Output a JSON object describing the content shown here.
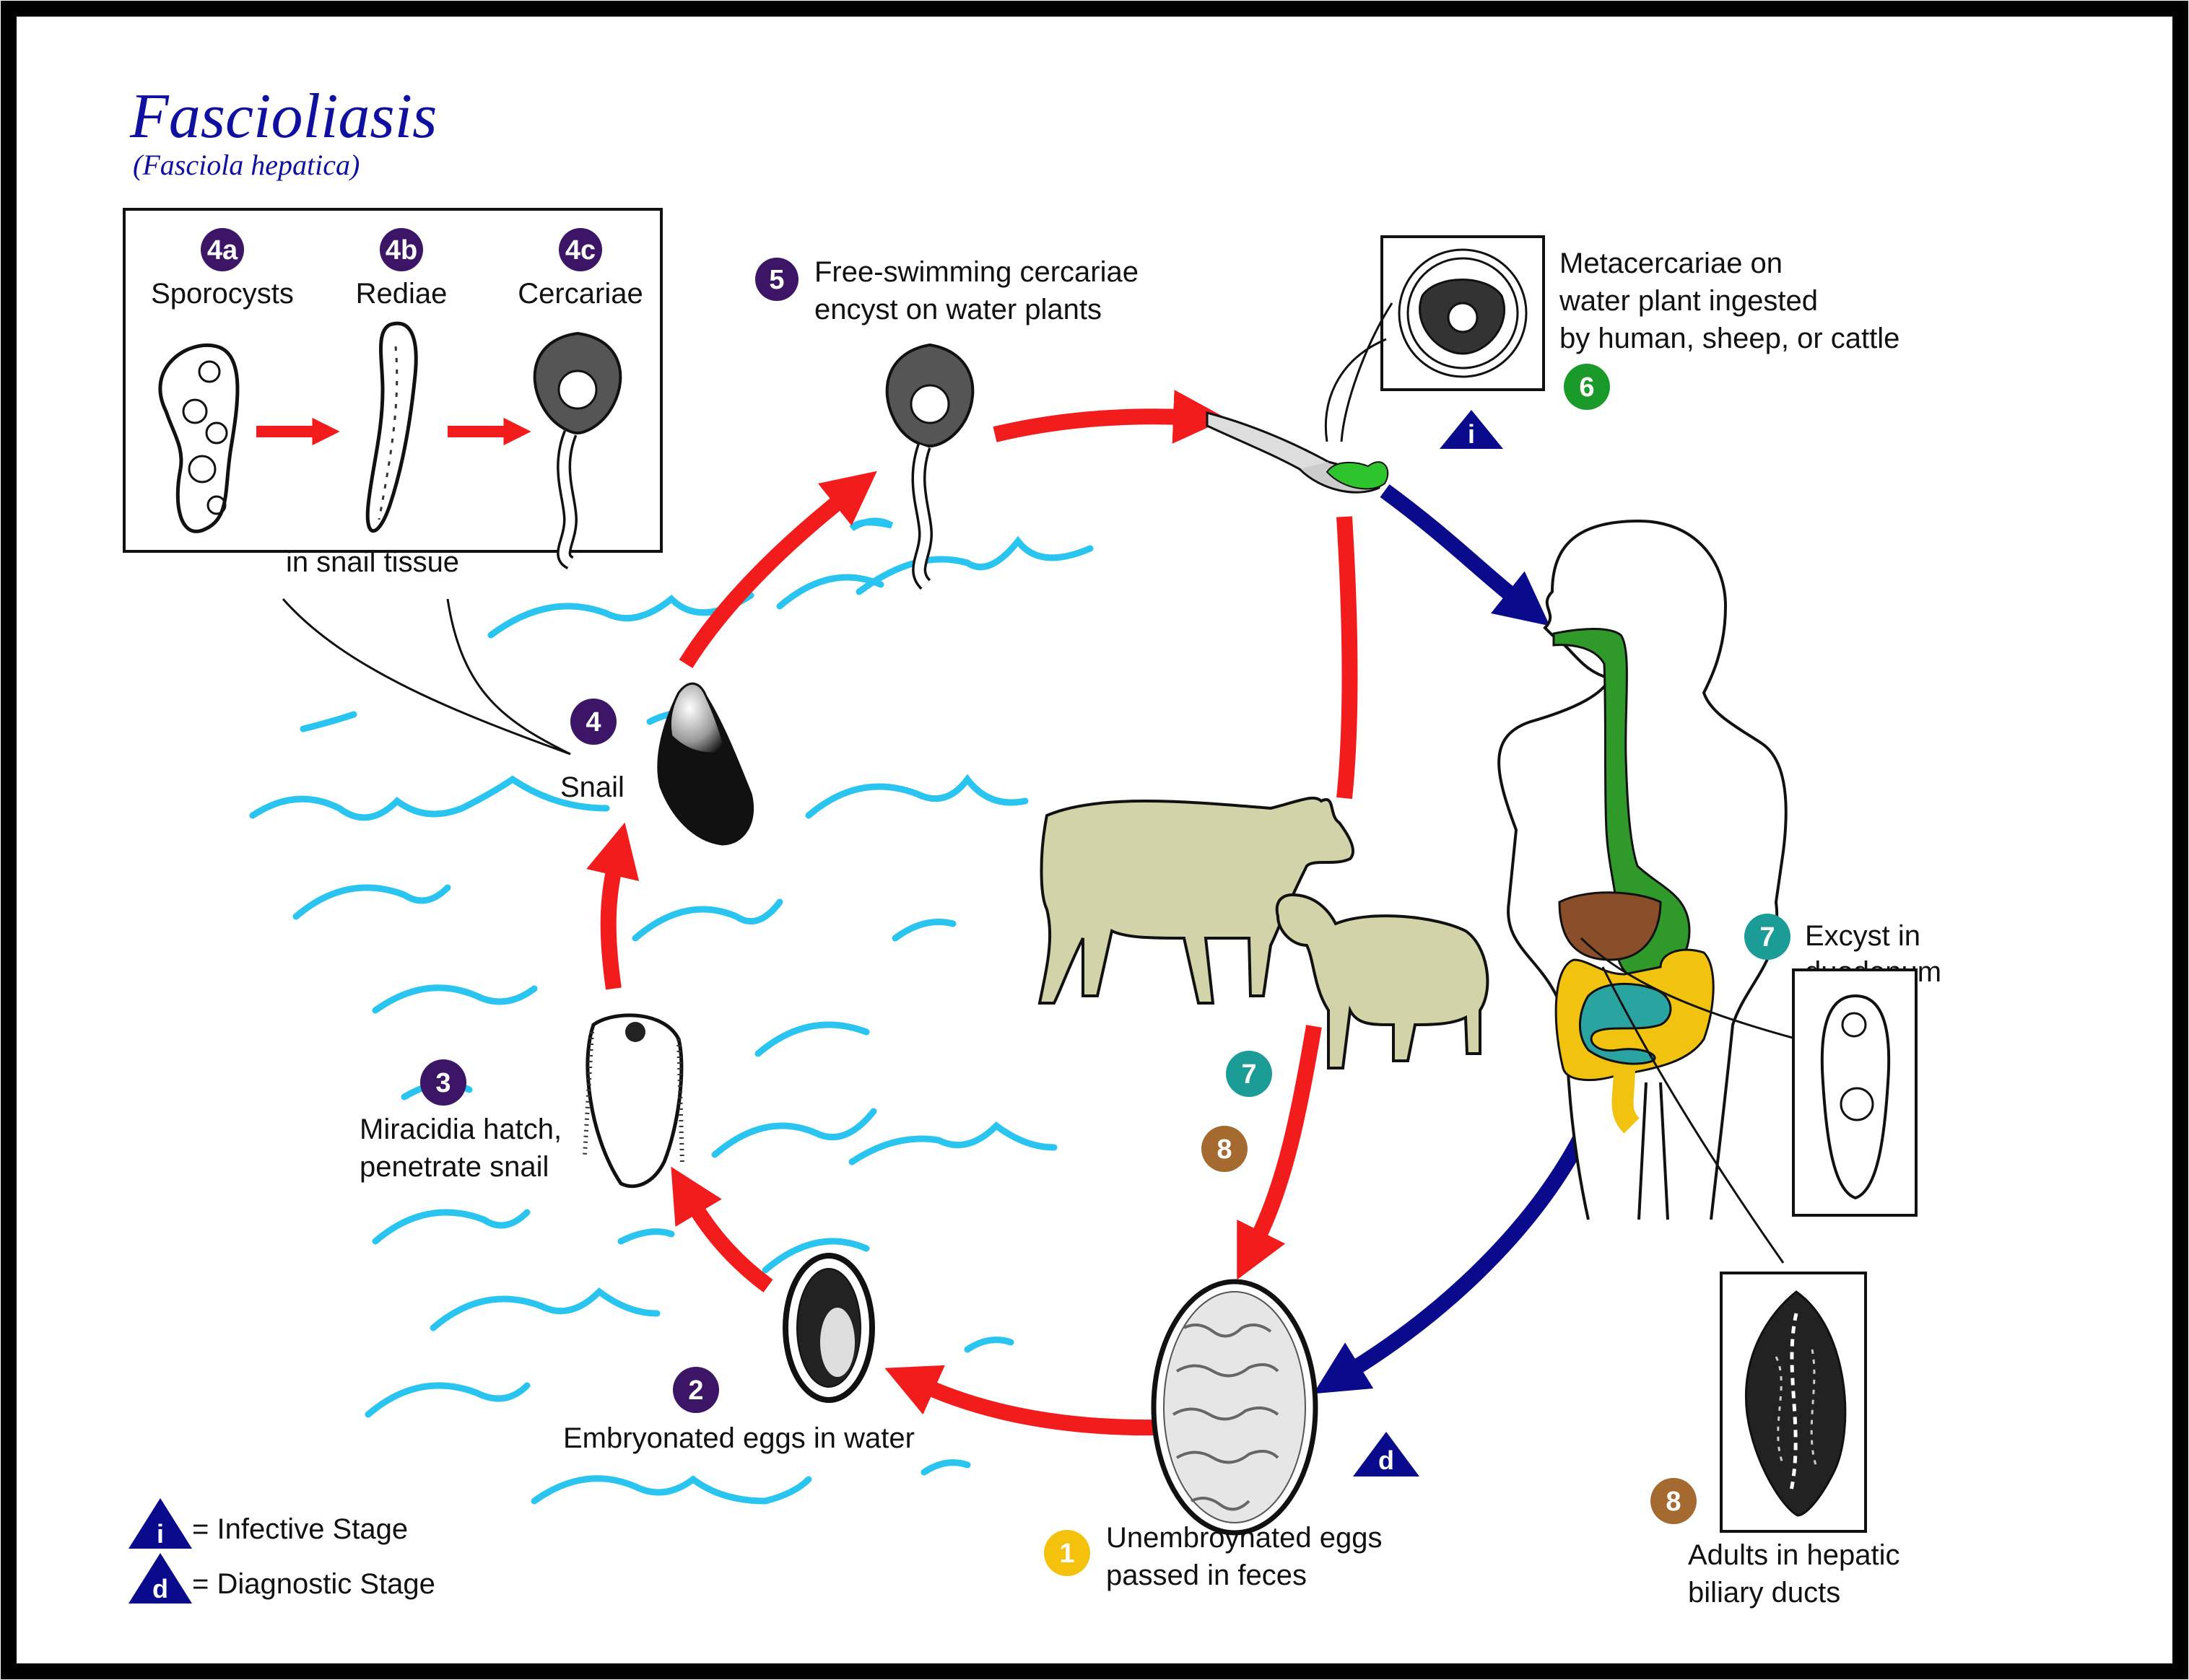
{
  "title": "Fascioliasis",
  "subtitle": "(Fasciola hepatica)",
  "colors": {
    "stage_badge": "#3d1566",
    "stage_badge_infective": "#1a9a28",
    "stage_badge_host": "#1c9c96",
    "stage_badge_adult": "#a56a30",
    "stage_badge_eggs": "#f4c20d",
    "transmission_arrow": "#f21c1c",
    "human_arrow": "#0a0a8c",
    "water": "#29c4ef",
    "gut": "#2f9a2a",
    "liver": "#8a4f2a",
    "intestine_small": "#2aa4a0",
    "intestine_large": "#f2c30e",
    "animals": "#d2d3a8"
  },
  "inset": {
    "stages": [
      {
        "badge": "4a",
        "label": "Sporocysts"
      },
      {
        "badge": "4b",
        "label": "Rediae"
      },
      {
        "badge": "4c",
        "label": "Cercariae"
      }
    ],
    "caption": "in snail tissue"
  },
  "steps": {
    "s1": {
      "badge": "1",
      "line1": "Unembroynated eggs",
      "line2": "passed in feces"
    },
    "s2": {
      "badge": "2",
      "line1": "Embryonated eggs in water"
    },
    "s3": {
      "badge": "3",
      "line1": "Miracidia hatch,",
      "line2": "penetrate snail"
    },
    "s4": {
      "badge": "4",
      "line1": "Snail"
    },
    "s5": {
      "badge": "5",
      "line1": "Free-swimming cercariae",
      "line2": "encyst on water plants"
    },
    "s6": {
      "badge": "6",
      "line1": "Metacercariae on",
      "line2": "water plant ingested",
      "line3": "by human, sheep, or cattle"
    },
    "s7": {
      "badge": "7",
      "line1": "Excyst in",
      "line2": "duodenum"
    },
    "s8": {
      "badge": "8",
      "line1": "Adults in hepatic",
      "line2": "biliary ducts"
    },
    "animal_badges": [
      "7",
      "8"
    ]
  },
  "markers": {
    "infective": "i",
    "diagnostic": "d"
  },
  "legend": {
    "infective": "= Infective Stage",
    "diagnostic": "= Diagnostic Stage"
  }
}
